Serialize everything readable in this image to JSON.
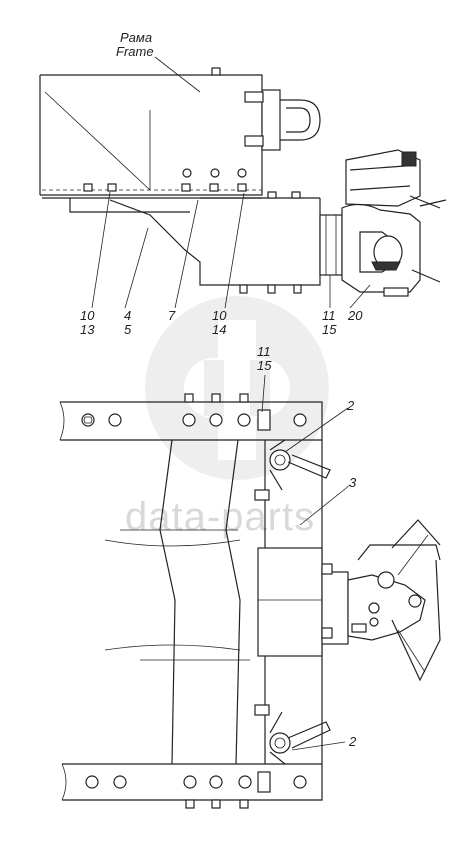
{
  "watermark": {
    "text": "data-parts"
  },
  "labels": {
    "frame_ru": "Рама",
    "frame_en": "Frame",
    "c1": "10",
    "c2": "13",
    "c3": "4",
    "c4": "5",
    "c5": "7",
    "c6": "10",
    "c7": "14",
    "c8": "11",
    "c9": "15",
    "c10": "20",
    "p1": "11",
    "p2": "15",
    "p3": "2",
    "p4": "3",
    "p5": "2"
  }
}
